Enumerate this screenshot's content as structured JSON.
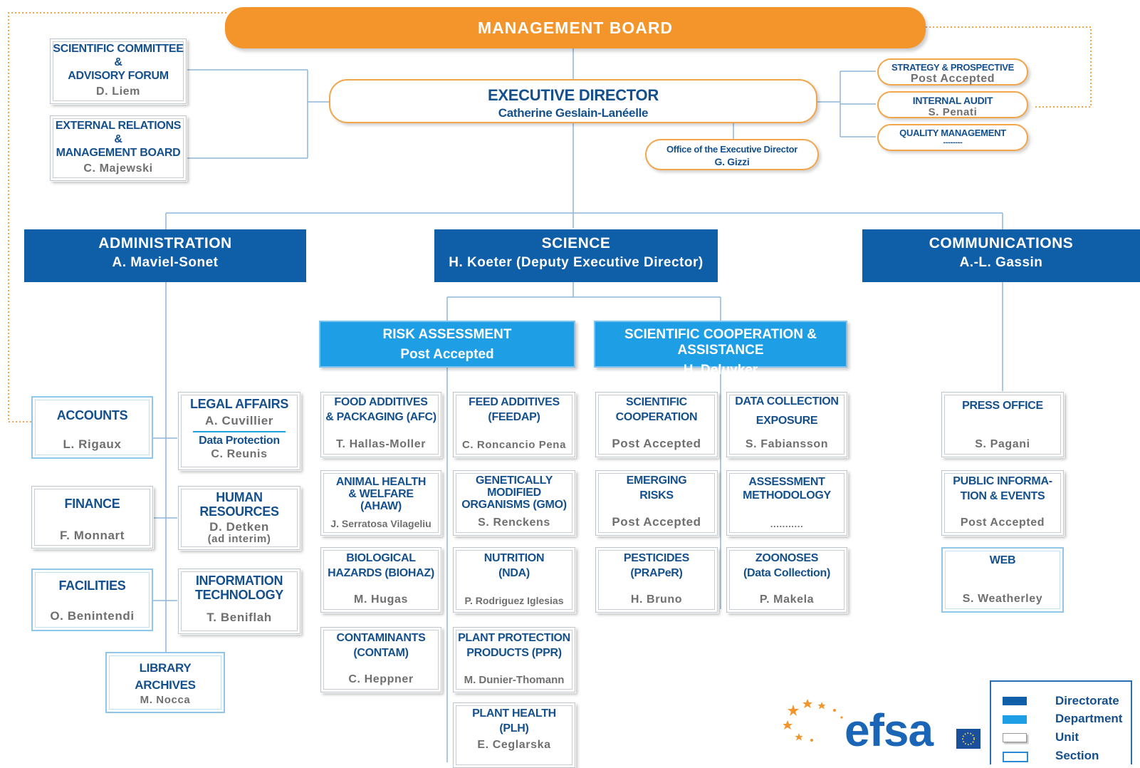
{
  "colors": {
    "orange": "#f3952b",
    "directorate": "#0f5ea8",
    "department": "#1e9ee4",
    "line": "#8fb6d8",
    "dotted": "#f2a54a"
  },
  "board": {
    "title": "MANAGEMENT BOARD"
  },
  "executive": {
    "title": "EXECUTIVE DIRECTOR",
    "name": "Catherine Geslain-Lanéelle"
  },
  "left_units": [
    {
      "title1": "SCIENTIFIC COMMITTEE",
      "title2": "&",
      "title3": "ADVISORY FORUM",
      "person": "D. Liem"
    },
    {
      "title1": "EXTERNAL RELATIONS",
      "title2": "&",
      "title3": "MANAGEMENT BOARD",
      "person": "C. Majewski"
    }
  ],
  "right_units": [
    {
      "title": "STRATEGY & PROSPECTIVE",
      "person": "Post Accepted"
    },
    {
      "title": "INTERNAL AUDIT",
      "person": "S. Penati"
    },
    {
      "title": "QUALITY MANAGEMENT",
      "person": "--------"
    }
  ],
  "office": {
    "title": "Office of the Executive Director",
    "person": "G. Gizzi"
  },
  "directorates": [
    {
      "title": "ADMINISTRATION",
      "person": "A. Maviel-Sonet"
    },
    {
      "title": "SCIENCE",
      "person": "H. Koeter (Deputy Executive Director)"
    },
    {
      "title": "COMMUNICATIONS",
      "person": "A.-L. Gassin"
    }
  ],
  "departments": [
    {
      "title": "RISK ASSESSMENT",
      "person": "Post Accepted"
    },
    {
      "title": "SCIENTIFIC COOPERATION & ASSISTANCE",
      "person": "H. Deluyker"
    }
  ],
  "admin_units": {
    "accounts": {
      "title": "ACCOUNTS",
      "person": "L. Rigaux"
    },
    "legal": {
      "title": "LEGAL AFFAIRS",
      "person": "A. Cuvillier",
      "sub_title": "Data Protection",
      "sub_person": "C. Reunis"
    },
    "finance": {
      "title": "FINANCE",
      "person": "F. Monnart"
    },
    "hr": {
      "title1": "HUMAN",
      "title2": "RESOURCES",
      "person1": "D. Detken",
      "person2": "(ad interim)"
    },
    "facilities": {
      "title": "FACILITIES",
      "person": "O. Benintendi"
    },
    "it": {
      "title1": "INFORMATION",
      "title2": "TECHNOLOGY",
      "person": "T. Beniflah"
    },
    "library": {
      "title1": "LIBRARY",
      "title2": "ARCHIVES",
      "person": "M. Nocca"
    }
  },
  "ra_units": [
    {
      "t1": "FOOD ADDITIVES",
      "t2": "& PACKAGING (AFC)",
      "p": "T. Hallas-Moller"
    },
    {
      "t1": "FEED ADDITIVES",
      "t2": "(FEEDAP)",
      "p": "C. Roncancio Pena"
    },
    {
      "t1": "ANIMAL HEALTH",
      "t2": "& WELFARE",
      "t3": "(AHAW)",
      "p": "J. Serratosa Vilageliu"
    },
    {
      "t1": "GENETICALLY",
      "t2": "MODIFIED",
      "t3": "ORGANISMS (GMO)",
      "p": "S. Renckens"
    },
    {
      "t1": "BIOLOGICAL",
      "t2": "HAZARDS (BIOHAZ)",
      "p": "M. Hugas"
    },
    {
      "t1": "NUTRITION",
      "t2": "(NDA)",
      "p": "P. Rodriguez Iglesias"
    },
    {
      "t1": "CONTAMINANTS",
      "t2": "(CONTAM)",
      "p": "C. Heppner"
    },
    {
      "t1": "PLANT PROTECTION",
      "t2": "PRODUCTS (PPR)",
      "p": "M. Dunier-Thomann"
    },
    {
      "t1": "PLANT HEALTH",
      "t2": "(PLH)",
      "p": "E. Ceglarska"
    }
  ],
  "sc_units": [
    {
      "t1": "SCIENTIFIC",
      "t2": "COOPERATION",
      "p": "Post Accepted"
    },
    {
      "t1": "DATA COLLECTION",
      "t2": "EXPOSURE",
      "p": "S. Fabiansson"
    },
    {
      "t1": "EMERGING",
      "t2": "RISKS",
      "p": "Post Accepted"
    },
    {
      "t1": "ASSESSMENT",
      "t2": "METHODOLOGY",
      "p": "..........."
    },
    {
      "t1": "PESTICIDES",
      "t2": "(PRAPeR)",
      "p": "H. Bruno"
    },
    {
      "t1": "ZOONOSES",
      "t2": "(Data Collection)",
      "p": "P. Makela"
    }
  ],
  "comm_units": [
    {
      "t1": "PRESS OFFICE",
      "p": "S. Pagani"
    },
    {
      "t1": "PUBLIC INFORMA-",
      "t2": "TION & EVENTS",
      "p": "Post Accepted"
    },
    {
      "t1": "WEB",
      "p": "S. Weatherley"
    }
  ],
  "logo": {
    "text": "efsa"
  },
  "legend": [
    {
      "label": "Directorate",
      "swatch": "directorate"
    },
    {
      "label": "Department",
      "swatch": "department"
    },
    {
      "label": "Unit",
      "swatch": "unit"
    },
    {
      "label": "Section",
      "swatch": "section"
    }
  ]
}
